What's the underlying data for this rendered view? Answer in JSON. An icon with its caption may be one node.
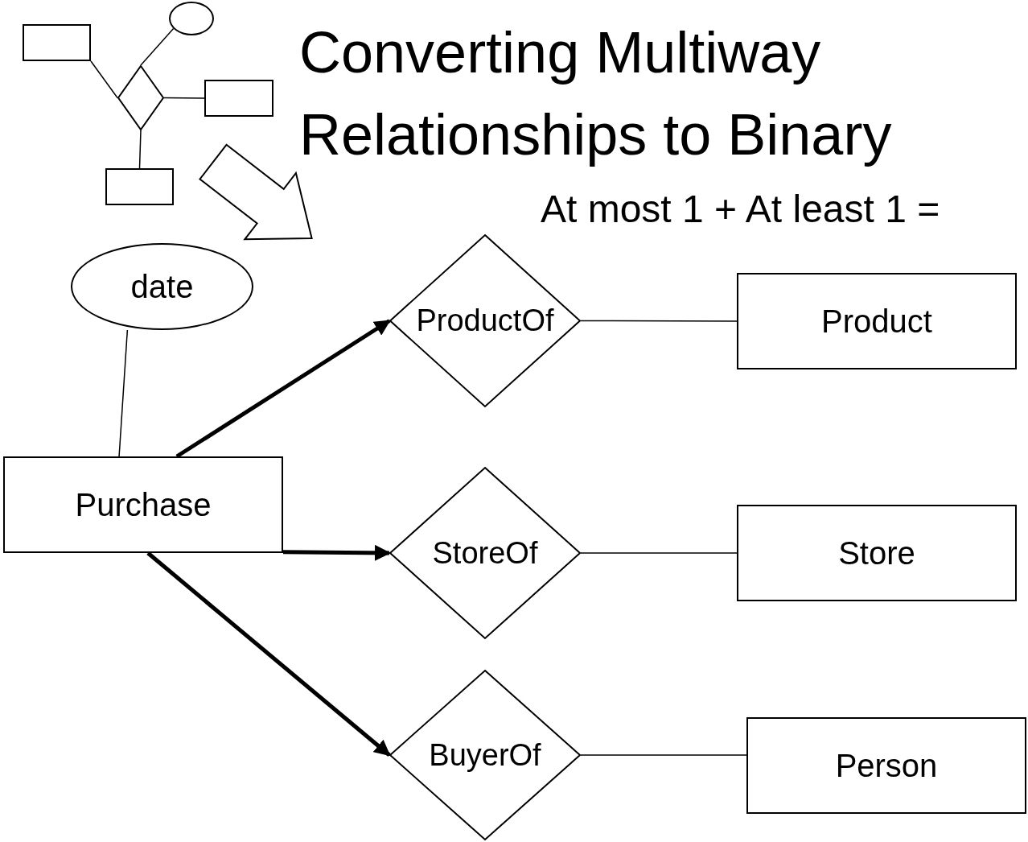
{
  "diagram": {
    "title": "Converting Multiway Relationships to Binary",
    "nodes": [
      {
        "text": [],
        "shape": "box"
      },
      {
        "text": [],
        "shape": "circle"
      },
      {
        "text": [],
        "shape": "diamond"
      },
      {
        "text": [],
        "shape": "box"
      },
      {
        "text": [],
        "shape": "box"
      },
      {
        "text": [
          "date"
        ]
      },
      {
        "text": [
          "ProductOf"
        ]
      },
      {
        "text": [
          "Product"
        ]
      },
      {
        "text": [
          "Purchase"
        ]
      },
      {
        "text": [
          "StoreOf"
        ]
      },
      {
        "text": [
          "Store"
        ]
      },
      {
        "text": [
          "BuyerOf"
        ]
      },
      {
        "text": [
          "Person"
        ]
      }
    ],
    "edges": [
      {
        "from": 2,
        "to": 0,
        "arrow": "none"
      },
      {
        "from": 2,
        "to": 1,
        "arrow": "none"
      },
      {
        "from": 2,
        "to": 3,
        "arrow": "none"
      },
      {
        "from": 2,
        "to": 4,
        "arrow": "none"
      },
      {
        "from": 5,
        "to": 8,
        "arrow": "none"
      },
      {
        "from": 8,
        "to": 6,
        "arrow": "to",
        "style": "thick"
      },
      {
        "from": 6,
        "to": 7,
        "arrow": "none"
      },
      {
        "from": 8,
        "to": 9,
        "arrow": "to",
        "style": "thick"
      },
      {
        "from": 9,
        "to": 10,
        "arrow": "none"
      },
      {
        "from": 8,
        "to": 11,
        "arrow": "to",
        "style": "thick"
      },
      {
        "from": 11,
        "to": 12,
        "arrow": "none"
      },
      {
        "from": 3,
        "to": 5,
        "arrow": "to"
      }
    ],
    "labels": [
      "At most 1 + At least 1 ="
    ]
  }
}
